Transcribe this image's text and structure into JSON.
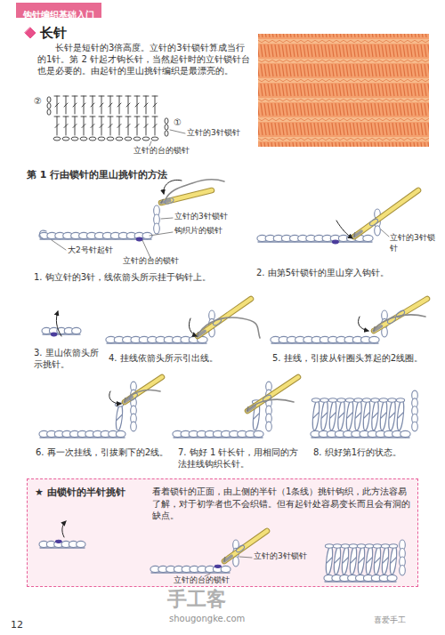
{
  "diagram": {
    "title": "长针",
    "nodes": [
      {
        "text": [
          "钩针编织基础入门"
        ]
      },
      {
        "text": [
          "★ 由锁针的半针挑针",
          "看着锁针的正面，由上侧的半针（1条线）挑针钩织，此方法容易了解，对于初学者也不会织错。但有起针处容易变长而且会有洞的缺点。"
        ]
      }
    ],
    "labels": [
      "长针是短针的3倍高度。立针的3针锁针算成当行的1针。第 2 针起才钩长针，当然起针时的立针锁针台也是必要的。由起针的里山挑针编织是最漂亮的。",
      "②",
      "①",
      "立针的3针锁针",
      "立针的台的锁针",
      "第 1 行由锁针的里山挑针的方法",
      "立针的3针锁针",
      "钩织片的锁针",
      "大2号针起针",
      "立针的台的锁针",
      "1. 钩立针的3针，线依箭头所示挂于钩针上。",
      "立针的3针锁针",
      "2. 由第5针锁针的里山穿入钩针。",
      "3. 里山依箭头所示挑针。",
      "4. 挂线依箭头所示引出线。",
      "5. 挂线，引拔从针圈头算起的2线圈。",
      "6. 再一次挂线，引拔剩下的2线。",
      "7. 钩好 1 针长针，用相同的方法挂线钩织长针。",
      "8. 织好第1行的状态。",
      "立针的3针锁针",
      "立针的台的锁针",
      "12",
      "手工客",
      "shougongke.com",
      "喜爱手工"
    ]
  }
}
